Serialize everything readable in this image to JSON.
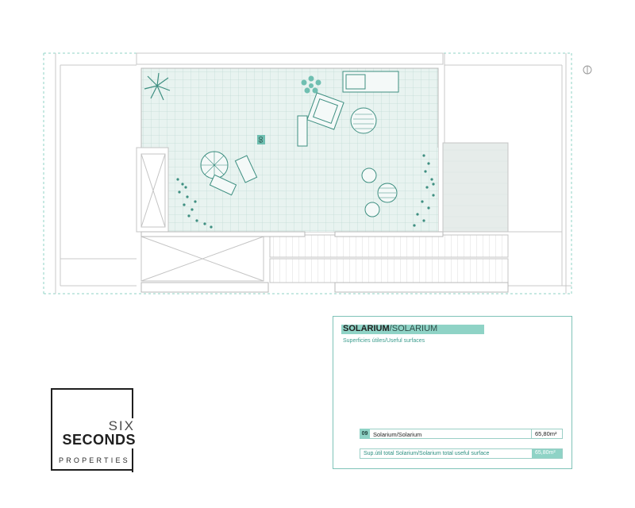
{
  "plan": {
    "room_tag": "09",
    "colors": {
      "line": "#bdbdbd",
      "accent": "#6fbfb1",
      "fill": "#e7f2ef",
      "grid": "#c9dfda",
      "plant": "#3e8f81",
      "side_fill": "#e4ebe9"
    }
  },
  "logo": {
    "line1": "SIX",
    "line2": "SECONDS",
    "line3": "PROPERTIES"
  },
  "legend": {
    "title_es": "SOLARIUM",
    "title_sep": "/",
    "title_en": "SOLARIUM",
    "subtitle": "Superficies útiles/Useful surfaces",
    "rows": [
      {
        "num": "09",
        "label": "Solarium/Solarium",
        "value": "65,80m²"
      }
    ],
    "total": {
      "label": "Sup.útil total Solarium/Solarium total useful surface",
      "value": "65,80m²"
    }
  }
}
